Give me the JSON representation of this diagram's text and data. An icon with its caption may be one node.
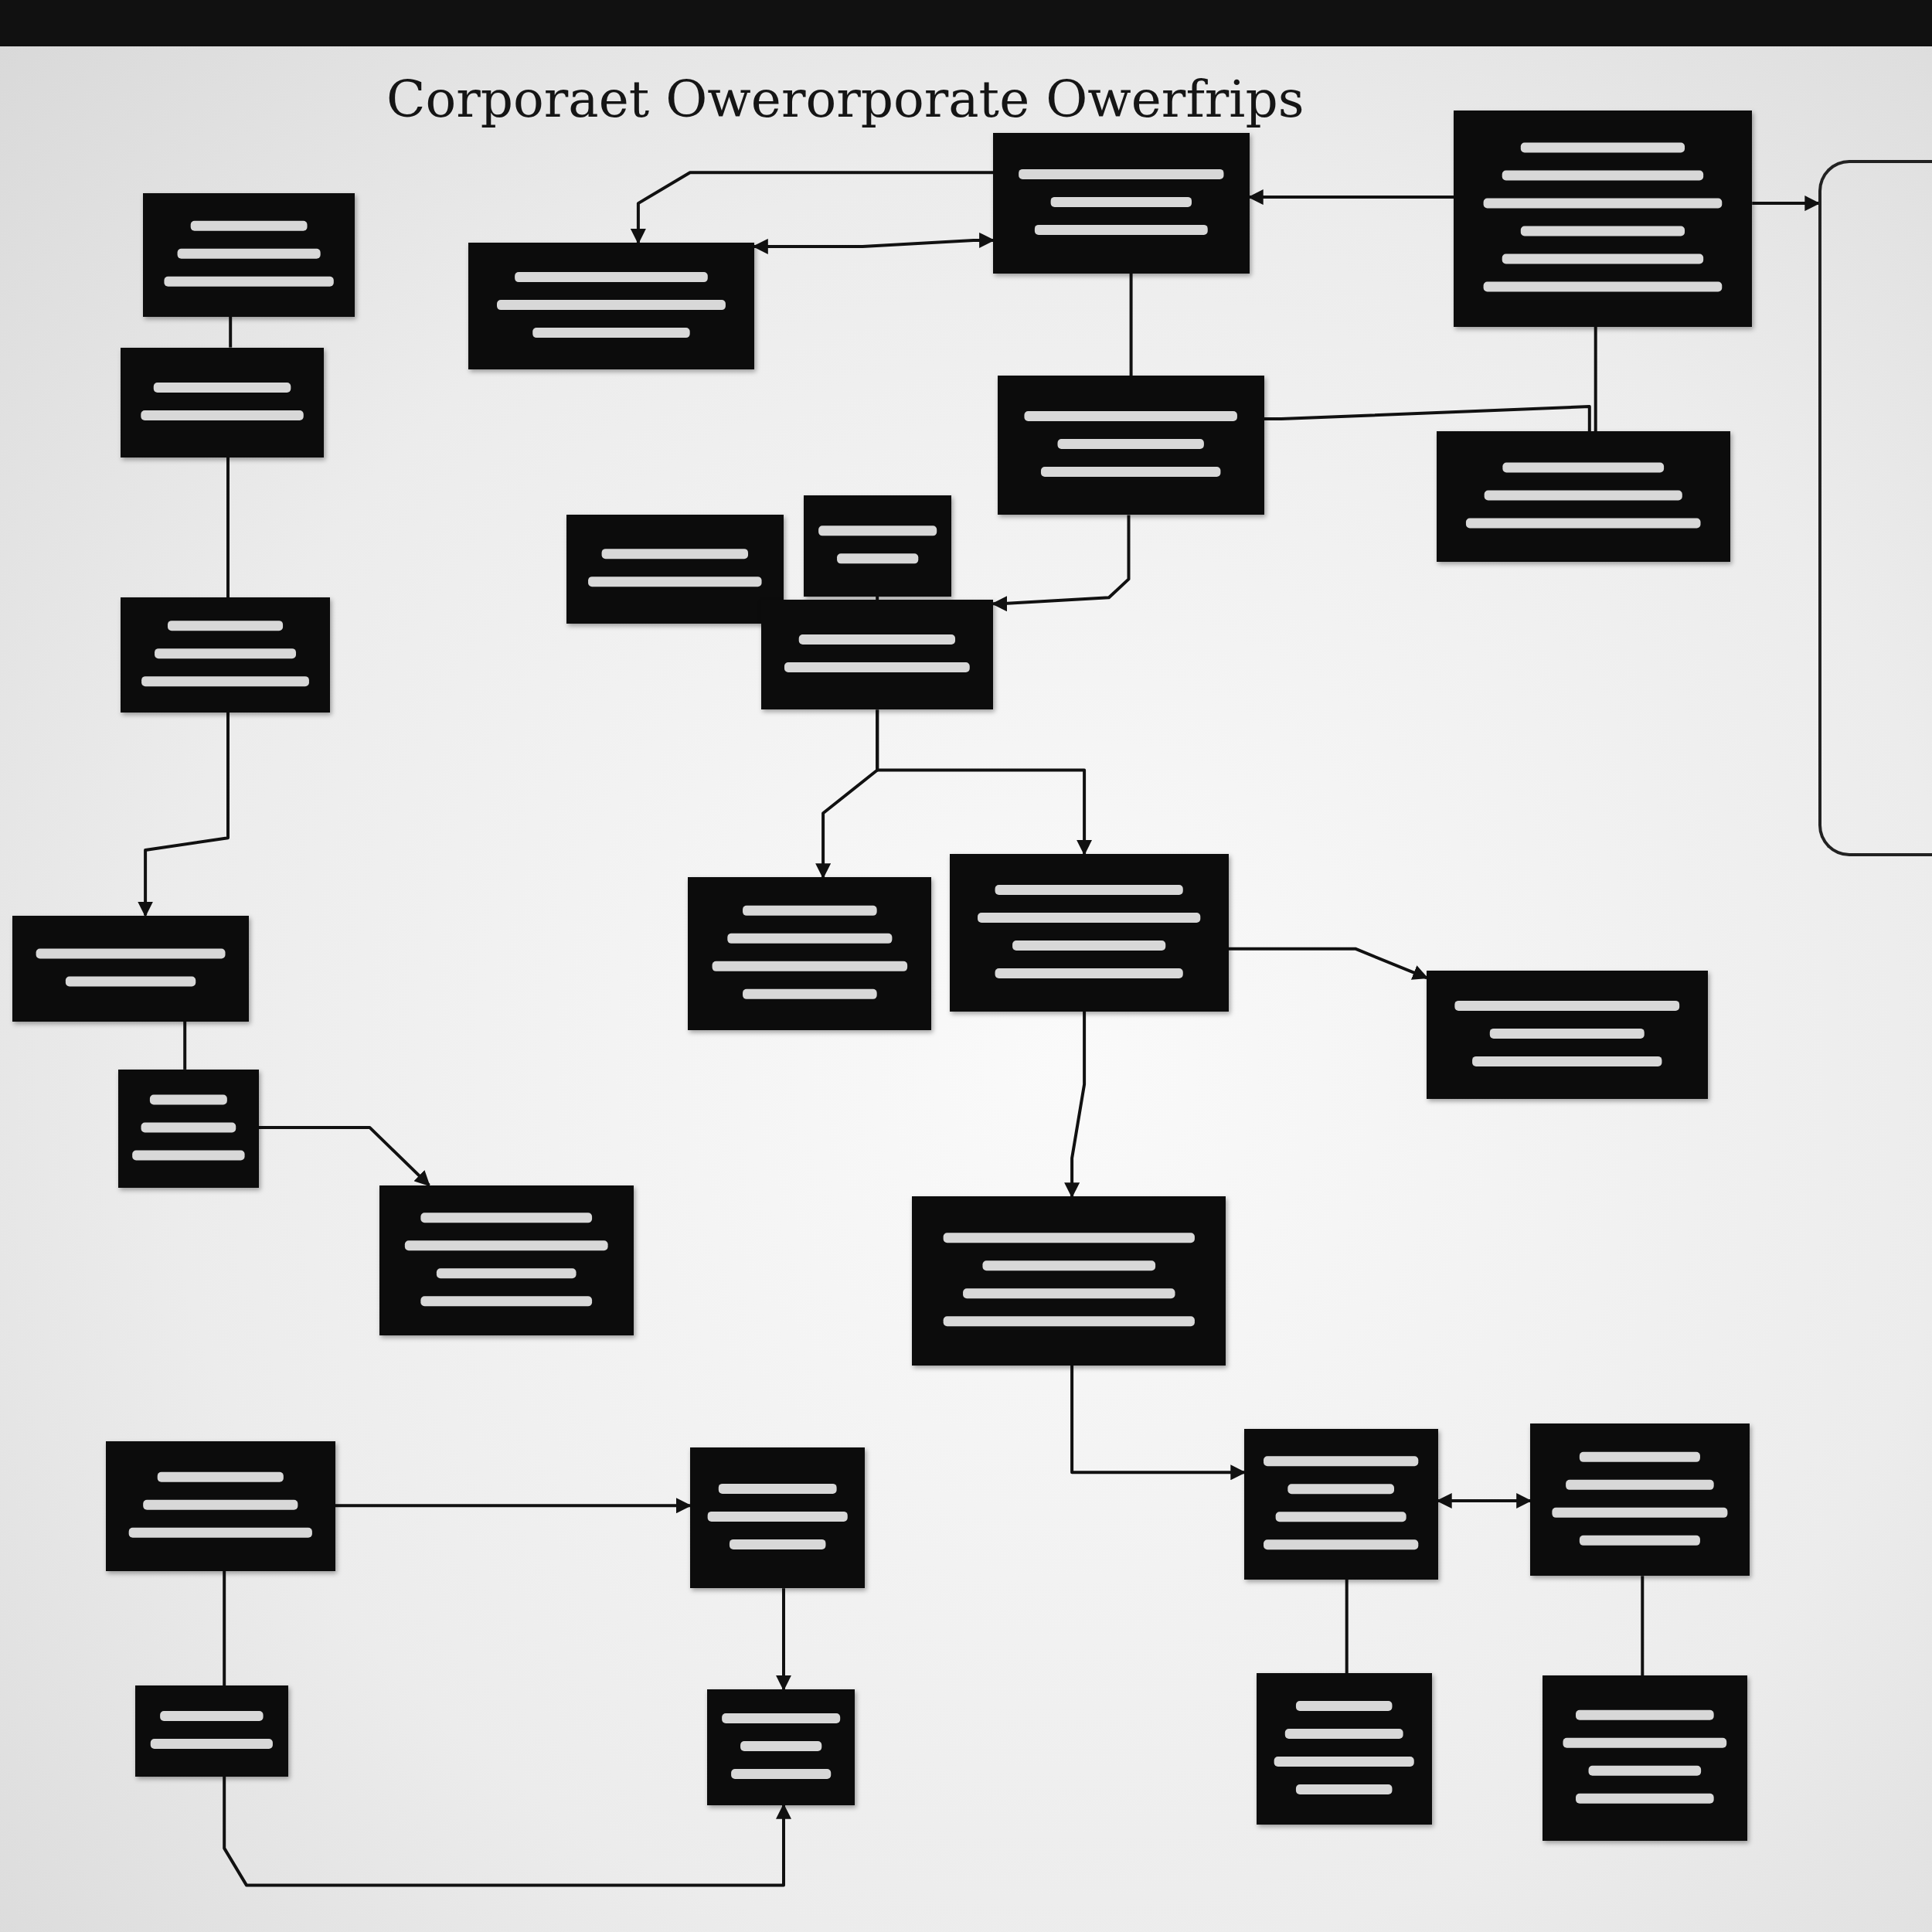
{
  "diagram": {
    "title": "Corporaet Owerorporate Owerfrips",
    "nodes": [
      {
        "text": [],
        "shape": "box"
      },
      {
        "text": [],
        "shape": "box"
      },
      {
        "text": [],
        "shape": "box"
      },
      {
        "text": [],
        "shape": "box"
      },
      {
        "text": [],
        "shape": "box"
      },
      {
        "text": [],
        "shape": "box"
      },
      {
        "text": [],
        "shape": "box"
      },
      {
        "text": [],
        "shape": "box"
      },
      {
        "text": [],
        "shape": "box"
      },
      {
        "text": [],
        "shape": "box"
      },
      {
        "text": [],
        "shape": "box"
      },
      {
        "text": [],
        "shape": "box"
      },
      {
        "text": [],
        "shape": "box"
      },
      {
        "text": [],
        "shape": "box"
      },
      {
        "text": [],
        "shape": "box"
      },
      {
        "text": [],
        "shape": "box"
      },
      {
        "text": [],
        "shape": "box"
      },
      {
        "text": [],
        "shape": "box"
      },
      {
        "text": [],
        "shape": "box"
      },
      {
        "text": [],
        "shape": "box"
      },
      {
        "text": [],
        "shape": "box"
      },
      {
        "text": [],
        "shape": "box"
      },
      {
        "text": [],
        "shape": "box"
      },
      {
        "text": [],
        "shape": "box"
      },
      {
        "text": [],
        "shape": "box"
      },
      {
        "text": [],
        "shape": "box"
      },
      {
        "text": [],
        "shape": "box"
      }
    ],
    "edges": [
      {
        "from": 0,
        "to": 4,
        "arrow": "none"
      },
      {
        "from": 4,
        "to": 9,
        "arrow": "none"
      },
      {
        "from": 2,
        "to": 1,
        "arrow": "to"
      },
      {
        "from": 1,
        "to": 2,
        "arrow": "both"
      },
      {
        "from": 3,
        "to": 2,
        "arrow": "to"
      },
      {
        "from": 2,
        "to": 5,
        "arrow": "none"
      },
      {
        "from": 3,
        "to": 6,
        "arrow": "none"
      },
      {
        "from": 5,
        "to": 10,
        "arrow": "to"
      },
      {
        "from": 8,
        "to": 10,
        "arrow": "none"
      },
      {
        "from": 5,
        "to": 6,
        "arrow": "none"
      },
      {
        "from": 10,
        "to": 13,
        "arrow": "to"
      },
      {
        "from": 10,
        "to": 12,
        "arrow": "to"
      },
      {
        "from": 9,
        "to": 11,
        "arrow": "to"
      },
      {
        "from": 11,
        "to": 15,
        "arrow": "none"
      },
      {
        "from": 15,
        "to": 16,
        "arrow": "to"
      },
      {
        "from": 13,
        "to": 17,
        "arrow": "to"
      },
      {
        "from": 13,
        "to": 14,
        "arrow": "to"
      },
      {
        "from": 18,
        "to": 19,
        "arrow": "to"
      },
      {
        "from": 19,
        "to": 23,
        "arrow": "to"
      },
      {
        "from": 18,
        "to": 22,
        "arrow": "none"
      },
      {
        "from": 22,
        "to": 23,
        "arrow": "to"
      },
      {
        "from": 17,
        "to": 20,
        "arrow": "to"
      },
      {
        "from": 20,
        "to": 21,
        "arrow": "both"
      },
      {
        "from": 20,
        "to": 24,
        "arrow": "none"
      },
      {
        "from": 21,
        "to": 25,
        "arrow": "none"
      },
      {
        "from": 3,
        "to": 26,
        "arrow": "to"
      }
    ]
  }
}
